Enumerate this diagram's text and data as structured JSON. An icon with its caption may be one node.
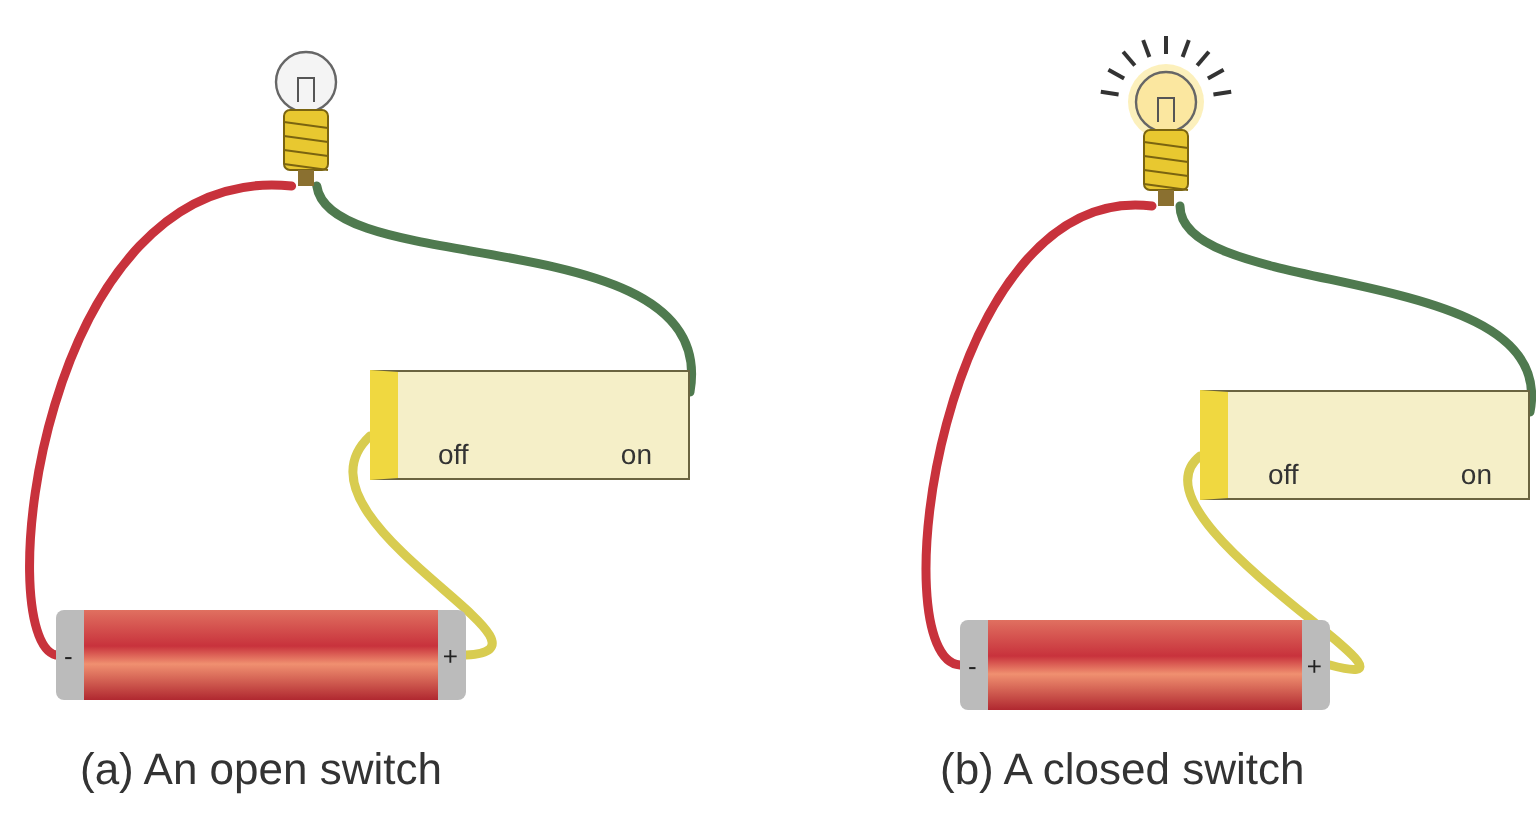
{
  "diagram": {
    "nodes": [
      {
        "text": [],
        "shape": "picture"
      },
      {
        "text": [
          "off",
          "on"
        ]
      },
      {
        "text": [
          "-",
          "+"
        ]
      },
      {
        "text": [],
        "shape": "picture"
      },
      {
        "text": [
          "off",
          "on"
        ]
      },
      {
        "text": [
          "-",
          "+"
        ]
      }
    ],
    "edges": [
      {
        "from": 2,
        "to": 0,
        "arrow": "none",
        "color": "#c8323c"
      },
      {
        "from": 0,
        "to": 1,
        "arrow": "none",
        "color": "#4f7a4f"
      },
      {
        "from": 1,
        "to": 2,
        "arrow": "none",
        "color": "#d8cc50"
      },
      {
        "from": 5,
        "to": 3,
        "arrow": "none",
        "color": "#c8323c"
      },
      {
        "from": 3,
        "to": 4,
        "arrow": "none",
        "color": "#4f7a4f"
      },
      {
        "from": 4,
        "to": 5,
        "arrow": "none",
        "color": "#d8cc50"
      }
    ],
    "labels": [
      "(a) An open switch",
      "(b) A closed switch"
    ]
  }
}
